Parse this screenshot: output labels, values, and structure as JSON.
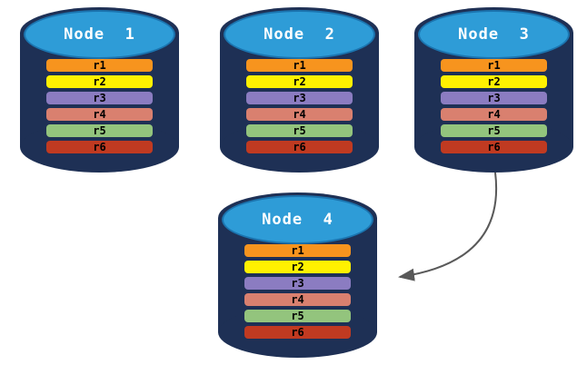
{
  "background": "#ffffff",
  "colors": {
    "background": "#ffffff",
    "cylinder_body": "#1E3055",
    "cylinder_top_fill": "#2E9CD7",
    "cylinder_top_border": "#1B74AF",
    "title_text": "#ffffff",
    "row_text": "#000000",
    "cross": "#7CC142",
    "arrow": "#595959"
  },
  "nodes": [
    {
      "title": "Node  1",
      "failed": false,
      "rows": [
        {
          "label": "r1",
          "color": "#F7941E"
        },
        {
          "label": "r2",
          "color": "#FFF100"
        },
        {
          "label": "r3",
          "color": "#8B7CC1"
        },
        {
          "label": "r4",
          "color": "#D9806F"
        },
        {
          "label": "r5",
          "color": "#93C47D"
        },
        {
          "label": "r6",
          "color": "#C03A21"
        }
      ]
    },
    {
      "title": "Node  2",
      "failed": false,
      "rows": [
        {
          "label": "r1",
          "color": "#F7941E"
        },
        {
          "label": "r2",
          "color": "#FFF100"
        },
        {
          "label": "r3",
          "color": "#8B7CC1"
        },
        {
          "label": "r4",
          "color": "#D9806F"
        },
        {
          "label": "r5",
          "color": "#93C47D"
        },
        {
          "label": "r6",
          "color": "#C03A21"
        }
      ]
    },
    {
      "title": "Node  3",
      "failed": true,
      "rows": [
        {
          "label": "r1",
          "color": "#F7941E"
        },
        {
          "label": "r2",
          "color": "#FFF100"
        },
        {
          "label": "r3",
          "color": "#8B7CC1"
        },
        {
          "label": "r4",
          "color": "#D9806F"
        },
        {
          "label": "r5",
          "color": "#93C47D"
        },
        {
          "label": "r6",
          "color": "#C03A21"
        }
      ]
    },
    {
      "title": "Node  4",
      "failed": false,
      "rows": [
        {
          "label": "r1",
          "color": "#F7941E"
        },
        {
          "label": "r2",
          "color": "#FFF100"
        },
        {
          "label": "r3",
          "color": "#8B7CC1"
        },
        {
          "label": "r4",
          "color": "#D9806F"
        },
        {
          "label": "r5",
          "color": "#93C47D"
        },
        {
          "label": "r6",
          "color": "#C03A21"
        }
      ]
    }
  ],
  "arrow": {
    "from": "Node 3",
    "to": "Node 4"
  },
  "icons": {
    "failure_cross": "x-mark-icon",
    "arrowhead": "arrowhead-icon"
  }
}
